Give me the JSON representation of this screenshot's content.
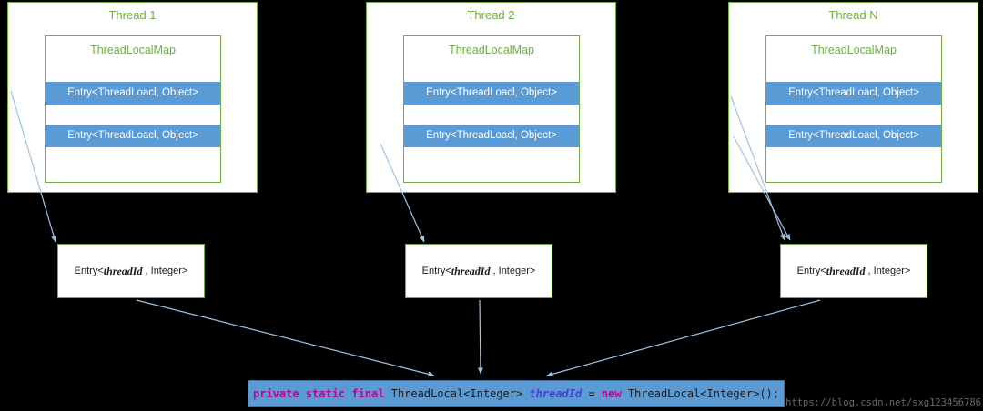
{
  "colors": {
    "background": "#000000",
    "box_green": "#70AD47",
    "entry_blue": "#5B9BD5",
    "code_border_blue": "#41719C",
    "arrow_blue": "#9DC3E6",
    "keyword_magenta": "#C0008F",
    "variable_blue": "#4242C8"
  },
  "threads": [
    {
      "title": "Thread 1",
      "map_title": "ThreadLocalMap",
      "entries": [
        "Entry<ThreadLoacl, Object>",
        "Entry<ThreadLoacl, Object>"
      ]
    },
    {
      "title": "Thread 2",
      "map_title": "ThreadLocalMap",
      "entries": [
        "Entry<ThreadLoacl, Object>",
        "Entry<ThreadLoacl, Object>"
      ]
    },
    {
      "title": "Thread N",
      "map_title": "ThreadLocalMap",
      "entries": [
        "Entry<ThreadLoacl, Object>",
        "Entry<ThreadLoacl, Object>"
      ]
    }
  ],
  "shared_entries": [
    {
      "prefix": "Entry<",
      "variable": "threadId",
      "suffix": " , Integer>"
    },
    {
      "prefix": "Entry<",
      "variable": "threadId",
      "suffix": " , Integer>"
    },
    {
      "prefix": "Entry<",
      "variable": "threadId",
      "suffix": " , Integer>"
    }
  ],
  "code": {
    "tokens": [
      {
        "text": "private static final ",
        "style": "keyword"
      },
      {
        "text": "ThreadLocal<Integer> ",
        "style": "plain"
      },
      {
        "text": "threadId",
        "style": "variable"
      },
      {
        "text": " = ",
        "style": "plain"
      },
      {
        "text": "new ",
        "style": "keyword"
      },
      {
        "text": "ThreadLocal<Integer>();",
        "style": "plain"
      }
    ]
  },
  "watermark": "https://blog.csdn.net/sxg123456786"
}
